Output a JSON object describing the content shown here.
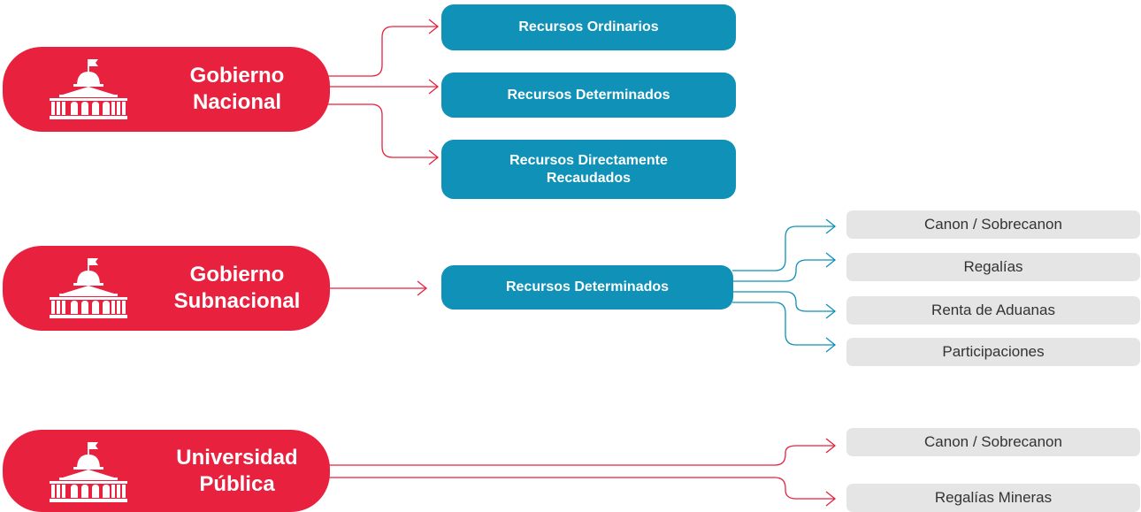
{
  "colors": {
    "red": "#e8213f",
    "teal": "#0f91b8",
    "gray": "#e5e5e6"
  },
  "icon": "government-building-icon",
  "entities": [
    {
      "line1": "Gobierno",
      "line2": "Nacional"
    },
    {
      "line1": "Gobierno",
      "line2": "Subnacional"
    },
    {
      "line1": "Universidad",
      "line2": "Pública"
    }
  ],
  "nacional_resources": [
    {
      "line1": "Recursos Ordinarios",
      "line2": ""
    },
    {
      "line1": "Recursos Determinados",
      "line2": ""
    },
    {
      "line1": "Recursos Directamente",
      "line2": "Recaudados"
    }
  ],
  "subnacional_resource": "Recursos Determinados",
  "subnacional_sources": [
    "Canon / Sobrecanon",
    "Regalías",
    "Renta de Aduanas",
    "Participaciones"
  ],
  "universidad_sources": [
    "Canon / Sobrecanon",
    "Regalías Mineras"
  ]
}
